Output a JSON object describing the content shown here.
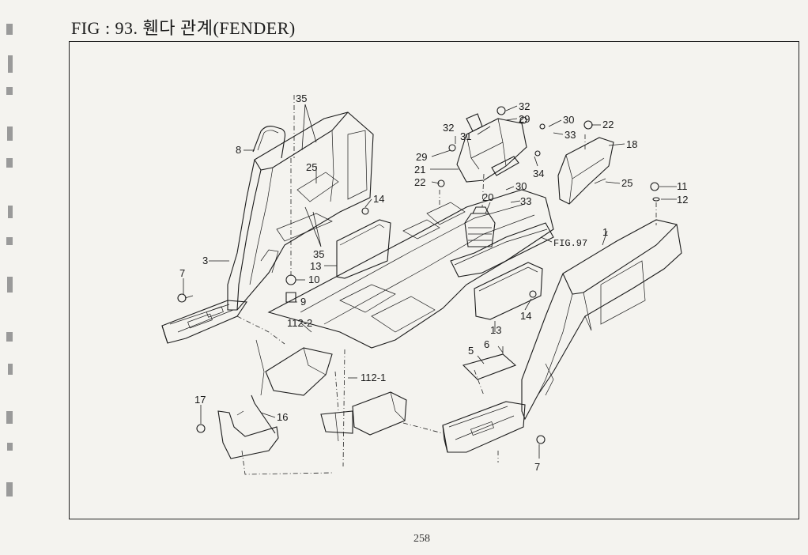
{
  "title": "FIG : 93. 휀다 관계(FENDER)",
  "page_number": "258",
  "callouts": {
    "c1": "1",
    "c3": "3",
    "c5": "5",
    "c6": "6",
    "c7a": "7",
    "c7b": "7",
    "c8": "8",
    "c9": "9",
    "c10": "10",
    "c11": "11",
    "c12": "12",
    "c13a": "13",
    "c13b": "13",
    "c14a": "14",
    "c14b": "14",
    "c16": "16",
    "c17": "17",
    "c18": "18",
    "c20": "20",
    "c21": "21",
    "c22a": "22",
    "c22b": "22",
    "c25a": "25",
    "c25b": "25",
    "c29a": "29",
    "c29b": "29",
    "c30a": "30",
    "c30b": "30",
    "c31": "31",
    "c32a": "32",
    "c32b": "32",
    "c33a": "33",
    "c33b": "33",
    "c34": "34",
    "c35a": "35",
    "c35b": "35",
    "c112_1": "112-1",
    "c112_2": "112-2",
    "fig97": "FIG.97"
  }
}
